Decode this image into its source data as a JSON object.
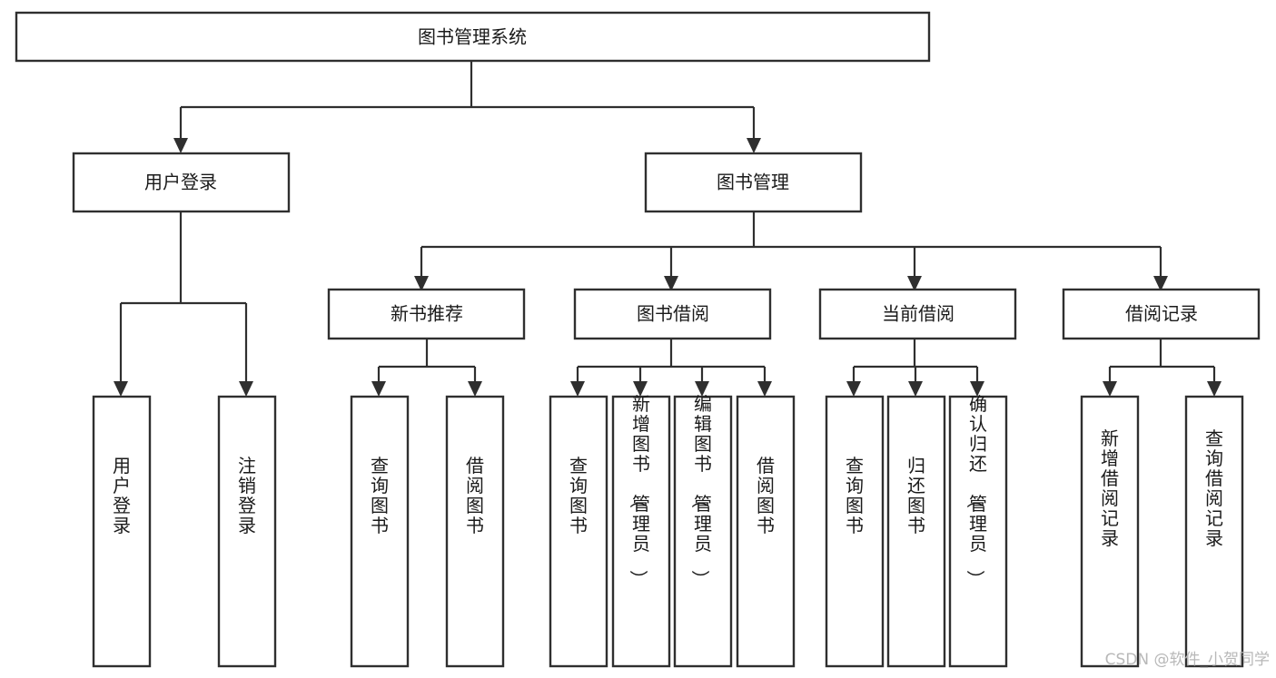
{
  "diagram": {
    "type": "tree-hierarchy",
    "orientation": "top-down",
    "title": "图书管理系统",
    "colors": {
      "background": "#ffffff",
      "box_fill": "#ffffff",
      "box_stroke": "#2f2f2f",
      "connector": "#2f2f2f",
      "text": "#1a1a1a",
      "watermark": "#b8b8b8"
    },
    "root": {
      "id": "root",
      "label": "图书管理系统"
    },
    "level2": [
      {
        "id": "user-login",
        "label": "用户登录"
      },
      {
        "id": "book-manage",
        "label": "图书管理"
      }
    ],
    "level3": [
      {
        "id": "new-book-recommend",
        "label": "新书推荐",
        "parent": "book-manage"
      },
      {
        "id": "book-borrow",
        "label": "图书借阅",
        "parent": "book-manage"
      },
      {
        "id": "current-borrow",
        "label": "当前借阅",
        "parent": "book-manage"
      },
      {
        "id": "borrow-record",
        "label": "借阅记录",
        "parent": "book-manage"
      }
    ],
    "leaves": [
      {
        "id": "leaf-user-login",
        "label": "用户登录",
        "parent": "user-login"
      },
      {
        "id": "leaf-user-logout",
        "label": "注销登录",
        "parent": "user-login"
      },
      {
        "id": "leaf-query-book-1",
        "label": "查询图书",
        "parent": "new-book-recommend"
      },
      {
        "id": "leaf-borrow-book-1",
        "label": "借阅图书",
        "parent": "new-book-recommend"
      },
      {
        "id": "leaf-query-book-2",
        "label": "查询图书",
        "parent": "book-borrow"
      },
      {
        "id": "leaf-add-book",
        "label": "新增图书（管理员）",
        "parent": "book-borrow"
      },
      {
        "id": "leaf-edit-book",
        "label": "编辑图书（管理员）",
        "parent": "book-borrow"
      },
      {
        "id": "leaf-borrow-book-2",
        "label": "借阅图书",
        "parent": "book-borrow"
      },
      {
        "id": "leaf-query-book-3",
        "label": "查询图书",
        "parent": "current-borrow"
      },
      {
        "id": "leaf-return-book",
        "label": "归还图书",
        "parent": "current-borrow"
      },
      {
        "id": "leaf-confirm-return",
        "label": "确认归还（管理员）",
        "parent": "current-borrow"
      },
      {
        "id": "leaf-add-record",
        "label": "新增借阅记录",
        "parent": "borrow-record"
      },
      {
        "id": "leaf-query-record",
        "label": "查询借阅记录",
        "parent": "borrow-record"
      }
    ]
  },
  "watermark": {
    "text": "CSDN @软件_小贺同学"
  }
}
